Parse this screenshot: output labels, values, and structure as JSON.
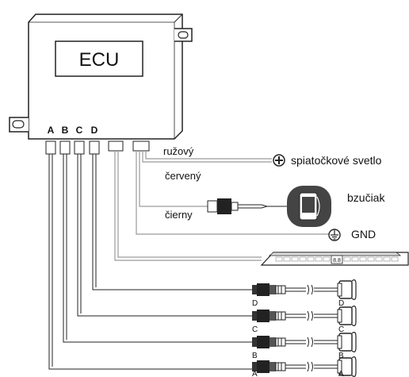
{
  "ecu": {
    "label": "ECU"
  },
  "ports": [
    "A",
    "B",
    "C",
    "D"
  ],
  "wires": {
    "pink": "ružový",
    "red": "červený",
    "black": "čierny"
  },
  "destinations": {
    "reverse_light": "spiatočkové svetlo",
    "buzzer": "bzučiak",
    "ground": "GND"
  },
  "display": {
    "readout": "8.8"
  },
  "sensors": [
    {
      "port": "D",
      "left_label": "D",
      "right_label": "D"
    },
    {
      "port": "C",
      "left_label": "C",
      "right_label": "C"
    },
    {
      "port": "B",
      "left_label": "B",
      "right_label": "B"
    },
    {
      "port": "A",
      "left_label": "A",
      "right_label": "A"
    }
  ],
  "colors": {
    "line": "#222222",
    "wire_gray": "#9a9a9a",
    "fill_dark": "#333333"
  },
  "icons": {
    "positive": "plus-circle-icon",
    "ground": "ground-icon",
    "mount": "mounting-tab-icon"
  }
}
